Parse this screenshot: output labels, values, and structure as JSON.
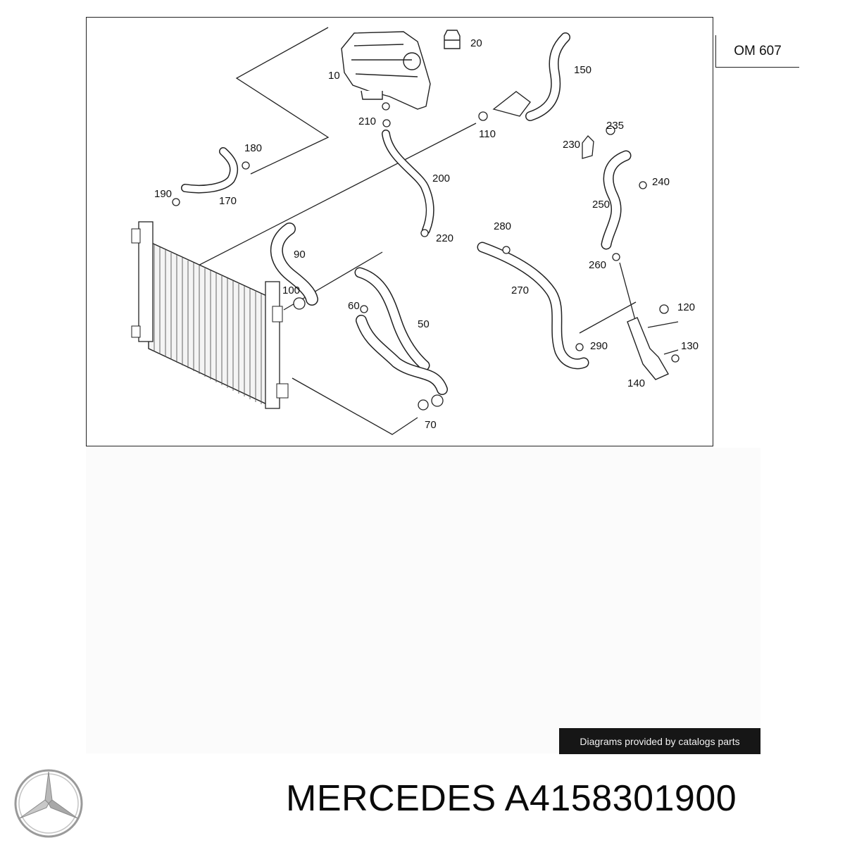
{
  "diagram": {
    "model_label": "OM 607",
    "callouts": [
      {
        "id": "c10",
        "text": "10"
      },
      {
        "id": "c20",
        "text": "20"
      },
      {
        "id": "c150",
        "text": "150"
      },
      {
        "id": "c210",
        "text": "210"
      },
      {
        "id": "c110",
        "text": "110"
      },
      {
        "id": "c235",
        "text": "235"
      },
      {
        "id": "c230",
        "text": "230"
      },
      {
        "id": "c180",
        "text": "180"
      },
      {
        "id": "c240",
        "text": "240"
      },
      {
        "id": "c190",
        "text": "190"
      },
      {
        "id": "c200",
        "text": "200"
      },
      {
        "id": "c170",
        "text": "170"
      },
      {
        "id": "c250",
        "text": "250"
      },
      {
        "id": "c280",
        "text": "280"
      },
      {
        "id": "c220",
        "text": "220"
      },
      {
        "id": "c90",
        "text": "90"
      },
      {
        "id": "c260",
        "text": "260"
      },
      {
        "id": "c100",
        "text": "100"
      },
      {
        "id": "c270",
        "text": "270"
      },
      {
        "id": "c60",
        "text": "60"
      },
      {
        "id": "c120",
        "text": "120"
      },
      {
        "id": "c50",
        "text": "50"
      },
      {
        "id": "c290",
        "text": "290"
      },
      {
        "id": "c130",
        "text": "130"
      },
      {
        "id": "c140",
        "text": "140"
      },
      {
        "id": "c70",
        "text": "70"
      }
    ]
  },
  "credit": "Diagrams provided by catalogs parts",
  "title": "MERCEDES A4158301900",
  "icons": {
    "brand": "mercedes-star-icon"
  },
  "colors": {
    "line": "#222222",
    "credit_bg": "#161616",
    "logo": "#9a9a9a"
  }
}
